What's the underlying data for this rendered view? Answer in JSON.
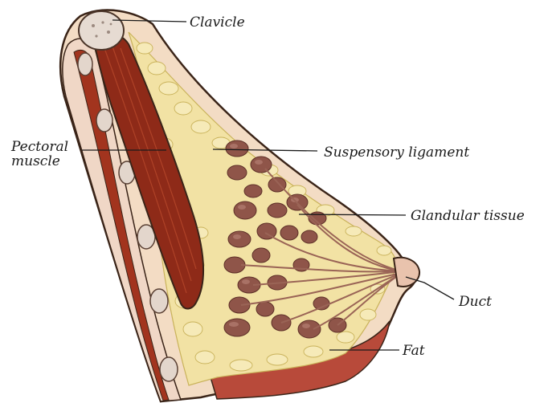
{
  "labels": {
    "clavicle": "Clavicle",
    "pectoral_line1": "Pectoral",
    "pectoral_line2": "muscle",
    "suspensory": "Suspensory ligament",
    "glandular": "Glandular tissue",
    "duct": "Duct",
    "fat": "Fat"
  },
  "colors": {
    "background": "#ffffff",
    "outline": "#3a2418",
    "skin": "#f3dcc4",
    "fat": "#f2e2a4",
    "fat_edge": "#c9b25a",
    "muscle": "#8e2a18",
    "muscle_light": "#b5462a",
    "rib": "#e3d6cc",
    "lobule": "#8f5549",
    "lobule_light": "#b57f73",
    "skin_base": "#b84a3a",
    "label_text": "#1a1a1a"
  }
}
